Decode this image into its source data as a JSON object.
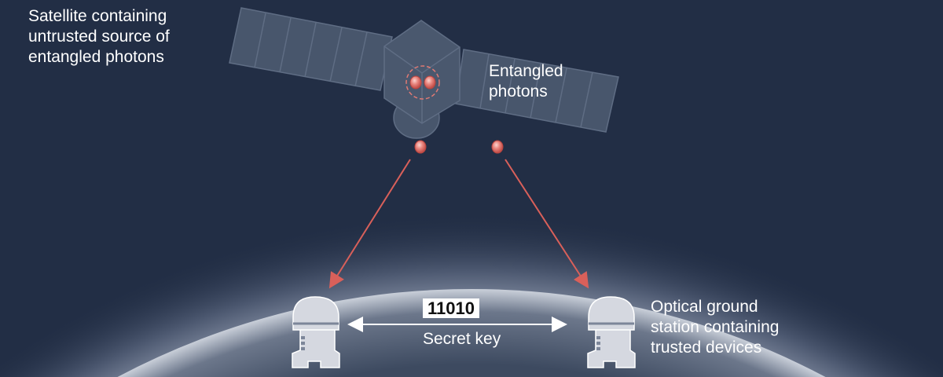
{
  "labels": {
    "satellite": [
      "Satellite containing",
      "untrusted source of",
      "entangled photons"
    ],
    "photons": [
      "Entangled",
      "photons"
    ],
    "ground": [
      "Optical ground",
      "station containing",
      "trusted devices"
    ],
    "key_value": "11010",
    "key_label": "Secret key"
  },
  "colors": {
    "background": "#222e45",
    "panel": "#48566c",
    "photon": "#e07a74",
    "arrow": "#d9605a",
    "station": "#d5d8e0"
  }
}
